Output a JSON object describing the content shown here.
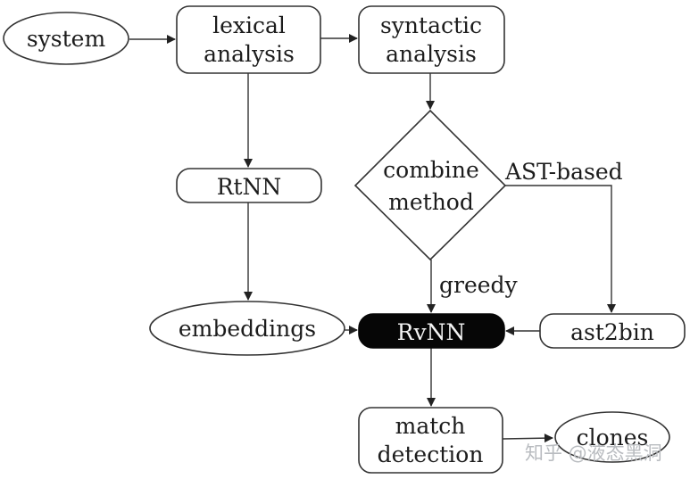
{
  "nodes": {
    "system": {
      "label": "system"
    },
    "lexical_analysis": {
      "line1": "lexical",
      "line2": "analysis"
    },
    "syntactic_analysis": {
      "line1": "syntactic",
      "line2": "analysis"
    },
    "rtnn": {
      "label": "RtNN"
    },
    "combine_method": {
      "line1": "combine",
      "line2": "method"
    },
    "embeddings": {
      "label": "embeddings"
    },
    "rvnn": {
      "label": "RvNN"
    },
    "ast2bin": {
      "label": "ast2bin"
    },
    "match_detection": {
      "line1": "match",
      "line2": "detection"
    },
    "clones": {
      "label": "clones"
    }
  },
  "edge_labels": {
    "ast_based": "AST-based",
    "greedy": "greedy"
  },
  "watermark": "知乎 @液态黑洞",
  "colors": {
    "background": "#ffffff",
    "stroke": "#333333",
    "node_fill": "#ffffff",
    "rvnn_fill": "#060606",
    "rvnn_text": "#f4f4f4",
    "watermark": "#b9bcc0"
  }
}
